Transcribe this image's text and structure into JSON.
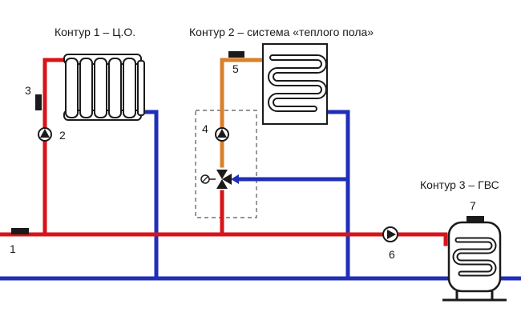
{
  "titles": {
    "circuit1": "Контур 1 – Ц.О.",
    "circuit2": "Контур 2 – система «теплого пола»",
    "circuit3": "Контур 3 – ГВС"
  },
  "labels": {
    "n1": "1",
    "n2": "2",
    "n3": "3",
    "n4": "4",
    "n5": "5",
    "n6": "6",
    "n7": "7"
  },
  "colors": {
    "supply": "#d7141a",
    "return": "#1f2fb8",
    "floor_supply": "#d9802a",
    "outline": "#1a1a1a",
    "module_border": "#555555"
  }
}
